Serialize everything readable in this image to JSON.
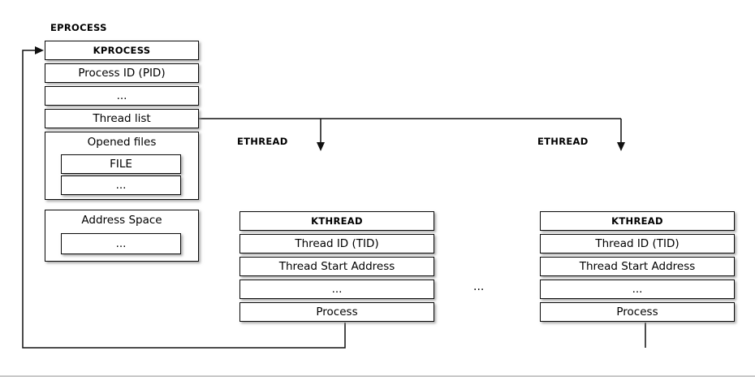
{
  "eprocess": {
    "label": "EPROCESS",
    "kprocess": "KPROCESS",
    "pid": "Process ID (PID)",
    "ellipsis1": "...",
    "thread_list": "Thread list",
    "opened_files": {
      "title": "Opened files",
      "file": "FILE",
      "ellipsis": "..."
    },
    "address_space": {
      "title": "Address Space",
      "ellipsis": "..."
    }
  },
  "ethread_left": {
    "label": "ETHREAD",
    "kthread": "KTHREAD",
    "tid": "Thread ID (TID)",
    "start_address": "Thread Start Address",
    "ellipsis": "...",
    "process": "Process"
  },
  "ethread_right": {
    "label": "ETHREAD",
    "kthread": "KTHREAD",
    "tid": "Thread ID (TID)",
    "start_address": "Thread Start Address",
    "ellipsis": "...",
    "process": "Process"
  },
  "between_ellipsis": "..."
}
